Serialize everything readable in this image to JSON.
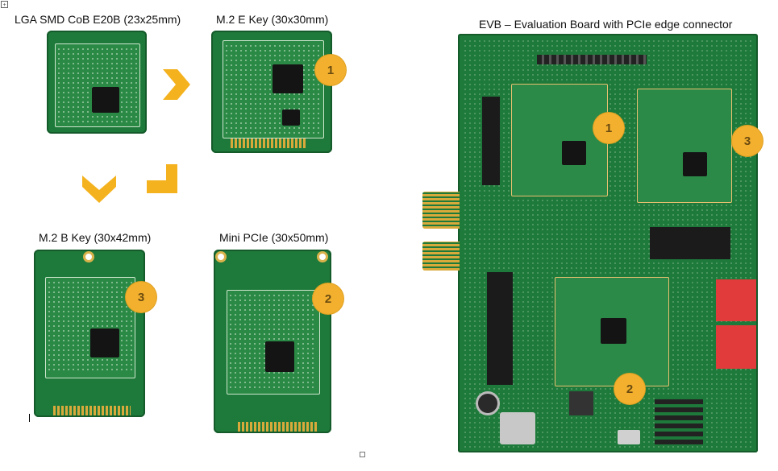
{
  "titles": {
    "lga": "LGA SMD CoB E20B (23x25mm)",
    "m2e": "M.2 E Key (30x30mm)",
    "m2b": "M.2 B Key (30x42mm)",
    "minipcie": "Mini PCIe (30x50mm)",
    "evb": "EVB – Evaluation Board with PCIe edge connector"
  },
  "badges": {
    "m2e": "1",
    "m2b": "3",
    "minipcie": "2",
    "evb_1": "1",
    "evb_3": "3",
    "evb_2": "2"
  },
  "colors": {
    "pcb_green": "#1e7a3a",
    "badge_gold": "#f2b02e",
    "arrow_gold": "#f4b21e",
    "dip_switch_red": "#e23b3b"
  },
  "window": {
    "corner_glyph": "+"
  }
}
